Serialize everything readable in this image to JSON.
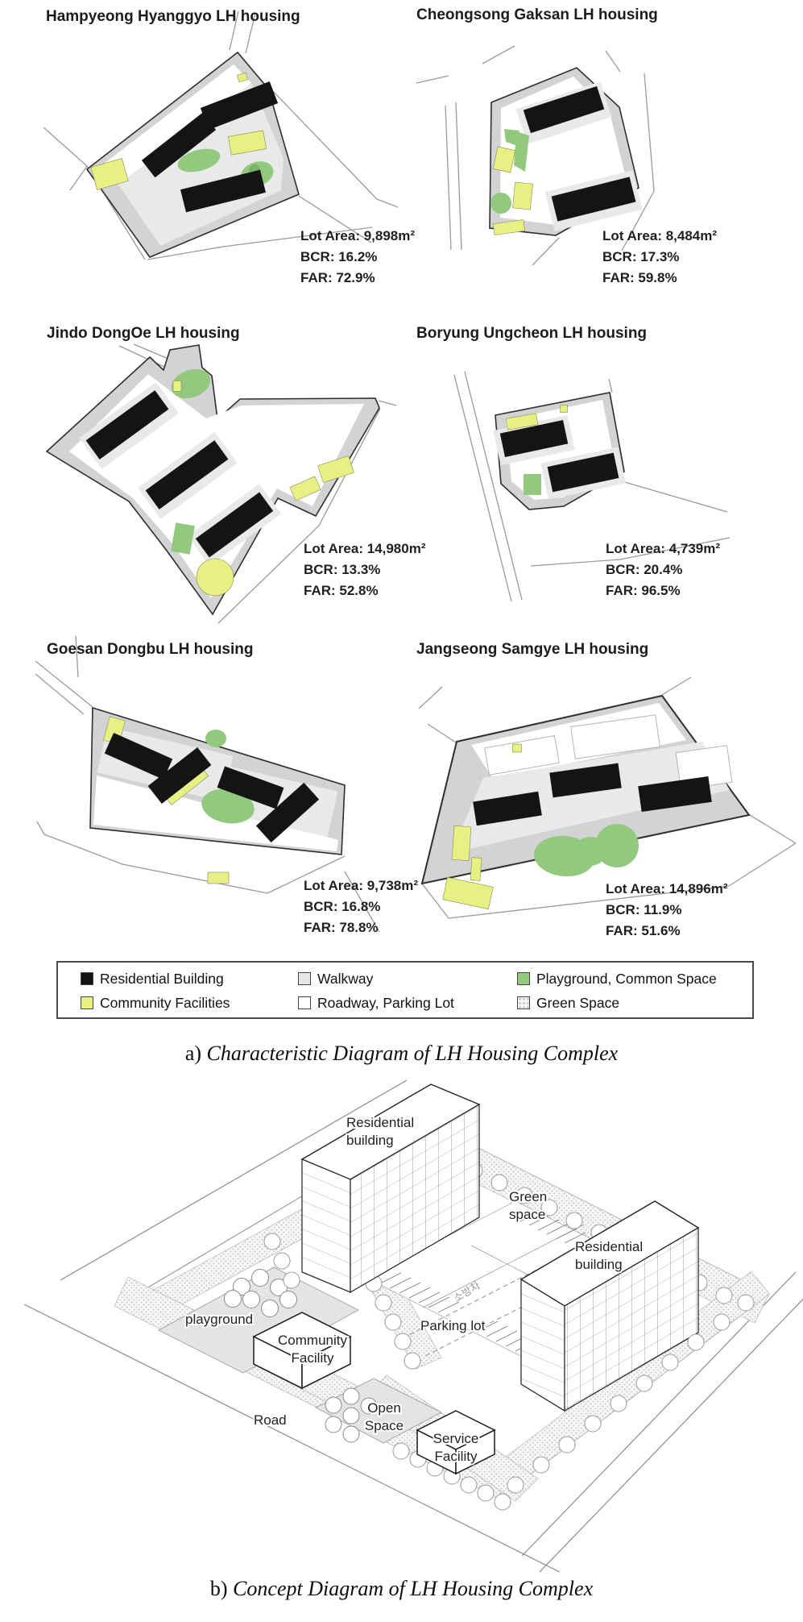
{
  "section_a": {
    "panels": [
      {
        "title": "Hampyeong Hyanggyo LH housing",
        "stats": [
          "Lot Area: 9,898m²",
          "BCR: 16.2%",
          "FAR: 72.9%"
        ]
      },
      {
        "title": "Cheongsong Gaksan LH housing",
        "stats": [
          "Lot Area: 8,484m²",
          "BCR: 17.3%",
          "FAR: 59.8%"
        ]
      },
      {
        "title": "Jindo DongOe LH housing",
        "stats": [
          "Lot Area: 14,980m²",
          "BCR: 13.3%",
          "FAR: 52.8%"
        ]
      },
      {
        "title": "Boryung Ungcheon LH housing",
        "stats": [
          "Lot Area: 4,739m²",
          "BCR: 20.4%",
          "FAR: 96.5%"
        ]
      },
      {
        "title": "Goesan Dongbu LH housing",
        "stats": [
          "Lot Area: 9,738m²",
          "BCR: 16.8%",
          "FAR: 78.8%"
        ]
      },
      {
        "title": "Jangseong Samgye LH housing",
        "stats": [
          "Lot Area: 14,896m²",
          "BCR: 11.9%",
          "FAR: 51.6%"
        ]
      }
    ],
    "legend": {
      "items": [
        {
          "label": "Residential Building",
          "swatch": "#141414"
        },
        {
          "label": "Community Facilities",
          "swatch": "#e7f083"
        },
        {
          "label": "Walkway",
          "swatch": "#e6e6e6"
        },
        {
          "label": "Roadway, Parking Lot",
          "swatch": "#ffffff"
        },
        {
          "label": "Playground, Common Space",
          "swatch": "#92c97e"
        },
        {
          "label": "Green Space",
          "swatch": "#f4f4f4"
        }
      ]
    },
    "caption_prefix": "a) ",
    "caption": "Characteristic Diagram of LH Housing Complex"
  },
  "section_b": {
    "labels": {
      "residential1_l1": "Residential",
      "residential1_l2": "building",
      "green_l1": "Green",
      "green_l2": "space",
      "residential2_l1": "Residential",
      "residential2_l2": "building",
      "playground": "playground",
      "community_l1": "Community",
      "community_l2": "Facility",
      "parking": "Parking lot",
      "fire_lane": "소방차",
      "road": "Road",
      "open_l1": "Open",
      "open_l2": "Space",
      "service_l1": "Service",
      "service_l2": "Facility"
    },
    "caption_prefix": "b) ",
    "caption": "Concept Diagram of LH Housing Complex"
  },
  "colors": {
    "residential": "#141414",
    "community_facility": "#e7f083",
    "walkway": "#e9e9e9",
    "roadway": "#ffffff",
    "playground_common": "#92c97e",
    "green_space_plan": "#d3d3d6"
  }
}
